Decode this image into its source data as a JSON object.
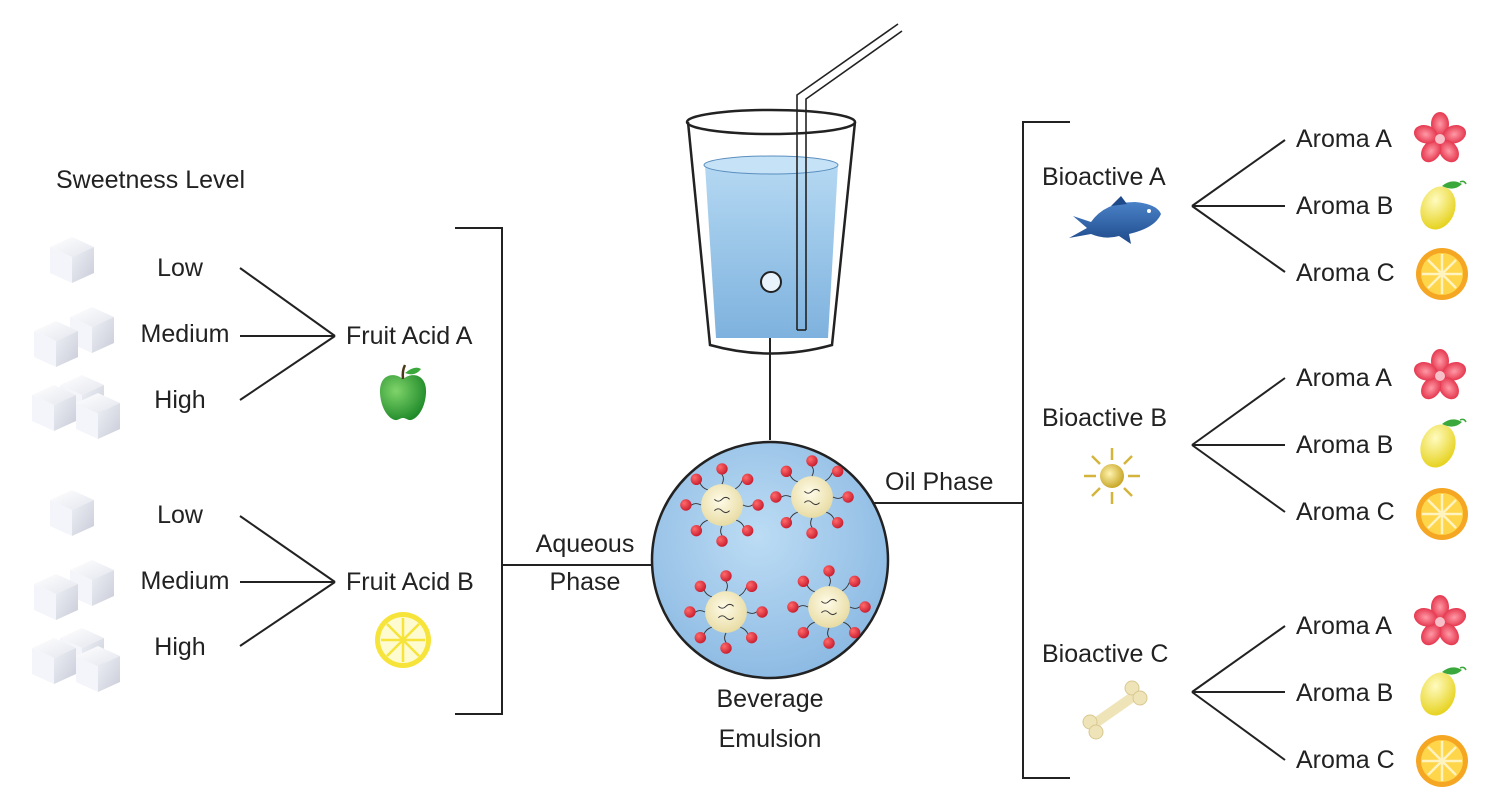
{
  "sweetness_title": "Sweetness Level",
  "acid_groups": [
    {
      "levels": [
        "Low",
        "Medium",
        "High"
      ],
      "acid": "Fruit Acid A",
      "fruit_icon": "green-apple-icon"
    },
    {
      "levels": [
        "Low",
        "Medium",
        "High"
      ],
      "acid": "Fruit Acid B",
      "fruit_icon": "lemon-slice-icon"
    }
  ],
  "aqueous_phase": [
    "Aqueous",
    "Phase"
  ],
  "oil_phase": "Oil Phase",
  "emulsion": [
    "Beverage",
    "Emulsion"
  ],
  "bioactives": [
    {
      "name": "Bioactive A",
      "icon": "fish-icon",
      "aromas": [
        {
          "label": "Aroma A",
          "icon": "flower-icon"
        },
        {
          "label": "Aroma B",
          "icon": "lemon-icon"
        },
        {
          "label": "Aroma C",
          "icon": "orange-slice-icon"
        }
      ]
    },
    {
      "name": "Bioactive B",
      "icon": "sun-icon",
      "aromas": [
        {
          "label": "Aroma A",
          "icon": "flower-icon"
        },
        {
          "label": "Aroma B",
          "icon": "lemon-icon"
        },
        {
          "label": "Aroma C",
          "icon": "orange-slice-icon"
        }
      ]
    },
    {
      "name": "Bioactive C",
      "icon": "bone-icon",
      "aromas": [
        {
          "label": "Aroma A",
          "icon": "flower-icon"
        },
        {
          "label": "Aroma B",
          "icon": "lemon-icon"
        },
        {
          "label": "Aroma C",
          "icon": "orange-slice-icon"
        }
      ]
    }
  ],
  "colors": {
    "line": "#222222",
    "liquid": "#9cc8ea",
    "droplet_core": "#f4ecc4",
    "surfactant_head": "#d8283a",
    "flower": "#e83a52",
    "lemon": "#f3e34a",
    "orange": "#f5a623",
    "apple": "#3aa83a",
    "fish": "#2a5aa0"
  }
}
